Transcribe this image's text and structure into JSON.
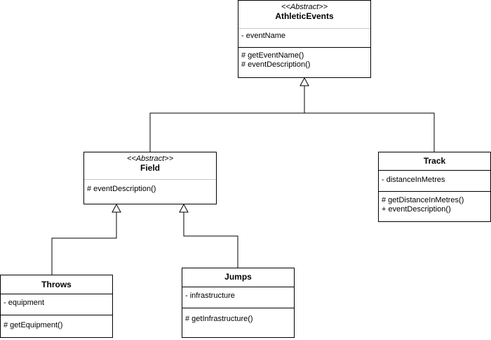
{
  "diagram": {
    "type": "uml-class-diagram",
    "classes": {
      "athletic_events": {
        "stereotype": "<<Abstract>>",
        "name": "AthleticEvents",
        "attributes": [
          "- eventName"
        ],
        "methods": [
          "# getEventName()",
          "# eventDescription()"
        ]
      },
      "field": {
        "stereotype": "<<Abstract>>",
        "name": "Field",
        "attributes": [],
        "methods": [
          "# eventDescription()"
        ]
      },
      "track": {
        "name": "Track",
        "attributes": [
          "- distanceInMetres"
        ],
        "methods": [
          "# getDistanceInMetres()",
          "+ eventDescription()"
        ]
      },
      "throws": {
        "name": "Throws",
        "attributes": [
          "- equipment"
        ],
        "methods": [
          "# getEquipment()"
        ]
      },
      "jumps": {
        "name": "Jumps",
        "attributes": [
          "- infrastructure"
        ],
        "methods": [
          "# getInfrastructure()"
        ]
      }
    },
    "relationships": [
      {
        "type": "generalization",
        "from": "Field",
        "to": "AthleticEvents"
      },
      {
        "type": "generalization",
        "from": "Track",
        "to": "AthleticEvents"
      },
      {
        "type": "generalization",
        "from": "Throws",
        "to": "Field"
      },
      {
        "type": "generalization",
        "from": "Jumps",
        "to": "Field"
      }
    ]
  }
}
